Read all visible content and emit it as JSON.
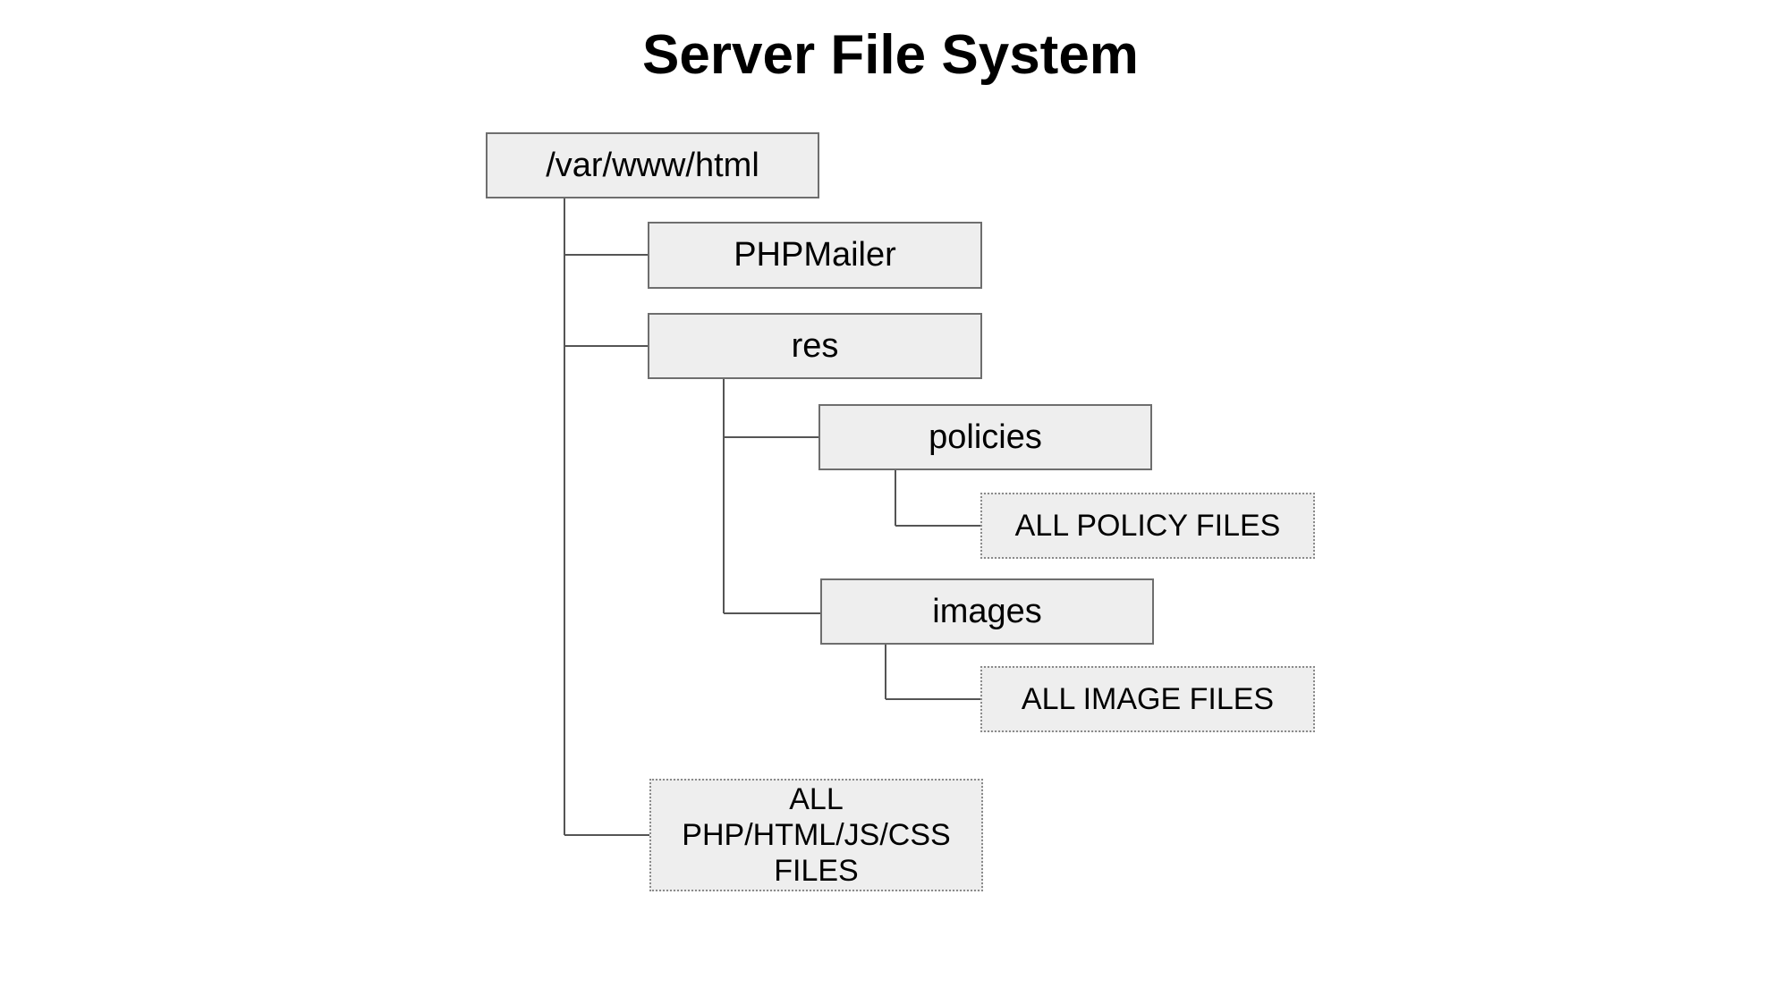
{
  "diagram": {
    "title": "Server File System",
    "nodes": {
      "root": "/var/www/html",
      "phpmailer": "PHPMailer",
      "res": "res",
      "policies": "policies",
      "policy_files": "ALL POLICY FILES",
      "images": "images",
      "image_files": "ALL IMAGE FILES",
      "web_files": "ALL PHP/HTML/JS/CSS FILES"
    }
  }
}
